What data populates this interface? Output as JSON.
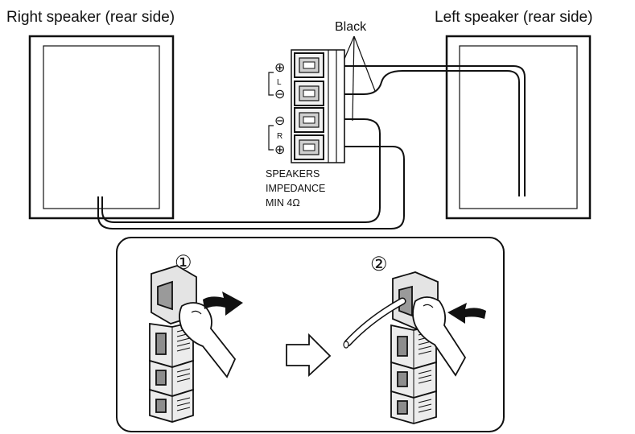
{
  "labels": {
    "right_speaker": "Right speaker (rear side)",
    "left_speaker": "Left speaker (rear side)",
    "black": "Black",
    "terminal_line1": "SPEAKERS",
    "terminal_line2": "IMPEDANCE",
    "terminal_line3": "MIN 4Ω",
    "channel_left": "L",
    "channel_right": "R",
    "plus": "⊕",
    "minus": "⊖",
    "step1": "①",
    "step2": "②"
  },
  "colors": {
    "line": "#111111",
    "background": "#ffffff",
    "terminal_fill": "#e6e6e6",
    "terminal_dark": "#9a9a9a"
  }
}
